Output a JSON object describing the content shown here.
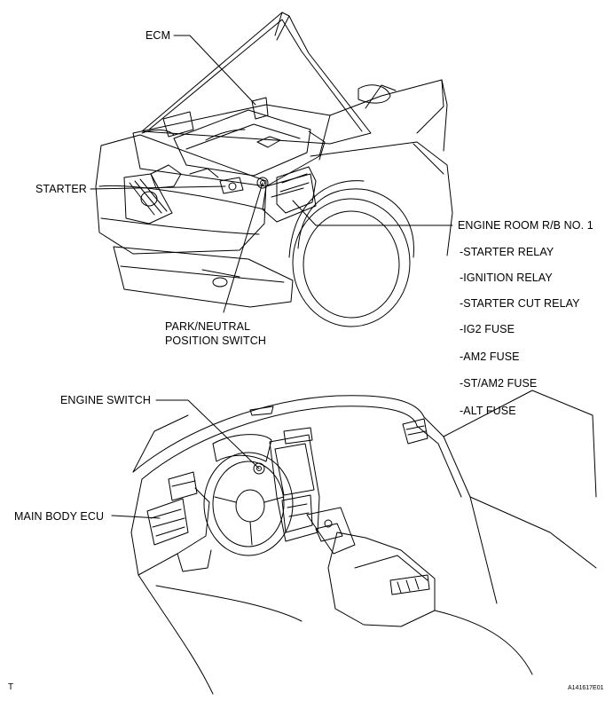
{
  "labels": {
    "ecm": "ECM",
    "starter": "STARTER",
    "park_neutral_line1": "PARK/NEUTRAL",
    "park_neutral_line2": "POSITION SWITCH",
    "engine_room_rb": "ENGINE ROOM R/B NO. 1",
    "engine_switch": "ENGINE SWITCH",
    "main_body_ecu": "MAIN BODY ECU"
  },
  "engine_room_items": [
    "-STARTER RELAY",
    "-IGNITION RELAY",
    "-STARTER CUT RELAY",
    "-IG2 FUSE",
    "-AM2 FUSE",
    "-ST/AM2 FUSE",
    "-ALT FUSE"
  ],
  "footer": {
    "left_mark": "T",
    "figure_code": "A141617E01"
  },
  "colors": {
    "line": "#000000",
    "background": "#ffffff"
  }
}
